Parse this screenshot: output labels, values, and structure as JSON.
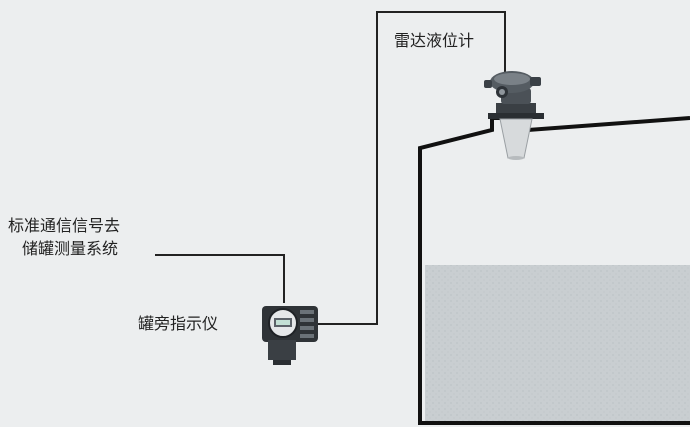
{
  "labels": {
    "radar_level_gauge": "雷达液位计",
    "standard_signal_line1": "标准通信信号去",
    "standard_signal_line2": "储罐测量系统",
    "tank_side_indicator": "罐旁指示仪"
  }
}
